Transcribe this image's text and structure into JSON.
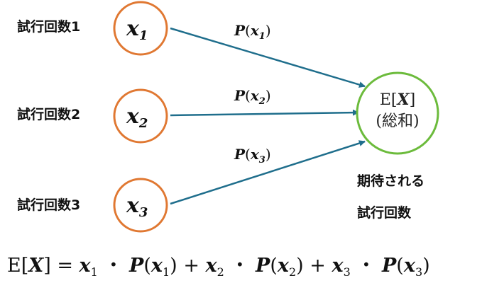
{
  "colors": {
    "trial_circle": "#E07832",
    "result_circle": "#6CBB3C",
    "arrow": "#1F6E8C",
    "text": "#111111"
  },
  "trials": [
    {
      "label": "試行回数1",
      "var": "x",
      "sub": "1",
      "prob_label": "P",
      "prob_var": "x",
      "prob_sub": "1"
    },
    {
      "label": "試行回数2",
      "var": "x",
      "sub": "2",
      "prob_label": "P",
      "prob_var": "x",
      "prob_sub": "2"
    },
    {
      "label": "試行回数3",
      "var": "x",
      "sub": "3",
      "prob_label": "P",
      "prob_var": "x",
      "prob_sub": "3"
    }
  ],
  "result": {
    "line1_prefix": "E[",
    "line1_var": "X",
    "line1_suffix": "]",
    "line2": "(総和)",
    "caption_line1": "期待される",
    "caption_line2": "試行回数"
  },
  "formula": {
    "lhs_prefix": "E[",
    "lhs_var": "X",
    "lhs_suffix": "]",
    "equals": " = ",
    "terms": [
      {
        "var": "x",
        "sub": "1",
        "dot": " ・ ",
        "p": "P",
        "open": "(",
        "pvar": "x",
        "psub": "1",
        "close": ")"
      },
      {
        "plus": " + ",
        "var": "x",
        "sub": "2",
        "dot": " ・ ",
        "p": "P",
        "open": "(",
        "pvar": "x",
        "psub": "2",
        "close": ")"
      },
      {
        "plus": " + ",
        "var": "x",
        "sub": "3",
        "dot": " ・ ",
        "p": "P",
        "open": "(",
        "pvar": "x",
        "psub": "3",
        "close": ")"
      }
    ]
  }
}
